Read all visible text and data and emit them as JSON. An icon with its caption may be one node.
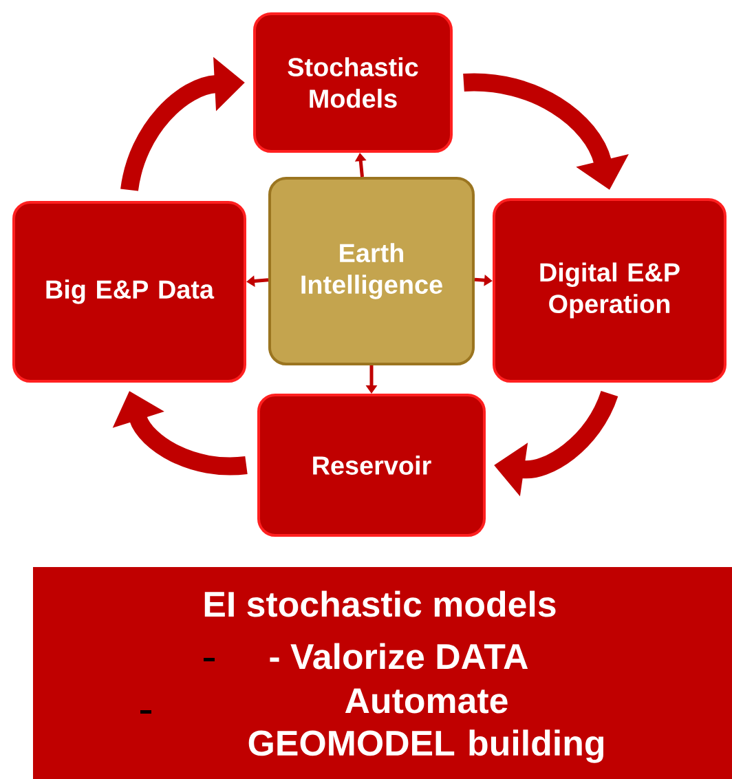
{
  "diagram": {
    "nodes": [
      {
        "text": [
          "Stochastic Models"
        ]
      },
      {
        "text": [
          "Big E&P Data"
        ]
      },
      {
        "text": [
          "Earth Intelligence"
        ]
      },
      {
        "text": [
          "Digital E&P Operation"
        ]
      },
      {
        "text": [
          "Reservoir"
        ]
      },
      {
        "text": [
          "EI  stochastic models",
          "- Valorize DATA",
          "Automate GEOMODEL building"
        ]
      }
    ],
    "edges": [
      {
        "from": 0,
        "to": 3,
        "arrow": "to",
        "style": "thick"
      },
      {
        "from": 3,
        "to": 4,
        "arrow": "to",
        "style": "thick"
      },
      {
        "from": 4,
        "to": 1,
        "arrow": "to",
        "style": "thick"
      },
      {
        "from": 1,
        "to": 0,
        "arrow": "to",
        "style": "thick"
      },
      {
        "from": 2,
        "to": 0,
        "arrow": "to"
      },
      {
        "from": 2,
        "to": 1,
        "arrow": "to"
      },
      {
        "from": 2,
        "to": 3,
        "arrow": "to"
      },
      {
        "from": 2,
        "to": 4,
        "arrow": "to"
      }
    ]
  }
}
